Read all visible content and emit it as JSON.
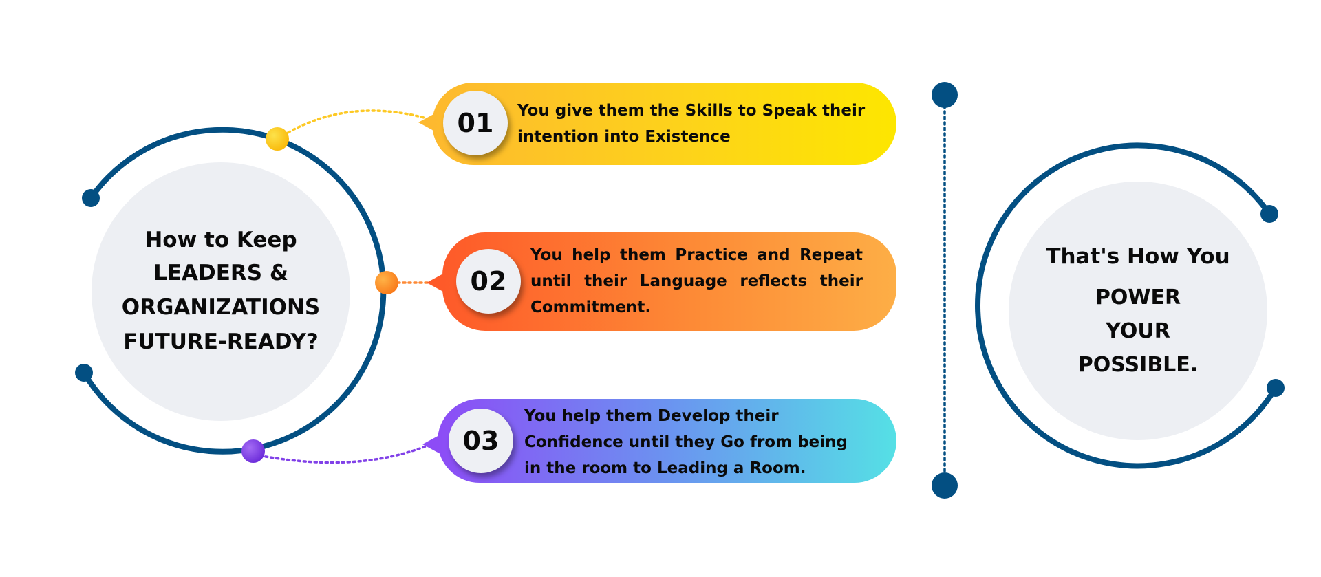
{
  "left_hub": {
    "question_line1": "How to Keep",
    "question_line2": "LEADERS &",
    "question_line3": "ORGANIZATIONS",
    "question_line4": "FUTURE-READY?"
  },
  "steps": [
    {
      "number": "01",
      "text": "You give them the Skills to Speak their intention into Existence",
      "color": "#fdc925"
    },
    {
      "number": "02",
      "text": "You help them Practice and Repeat until their Language reflects their Commitment.",
      "color": "#fd8a36"
    },
    {
      "number": "03",
      "text": "You help them Develop their Confidence until they Go from being in the room to Leading a Room.",
      "color": "#7a6ef2"
    }
  ],
  "right_hub": {
    "line1": "That's How You",
    "line2": "POWER",
    "line3": "YOUR",
    "line4": "POSSIBLE."
  },
  "colors": {
    "navy": "#034f82",
    "disc": "#edeff3",
    "yellow": "#fdc925",
    "orange": "#fd8a36",
    "purple": "#8141e8"
  }
}
